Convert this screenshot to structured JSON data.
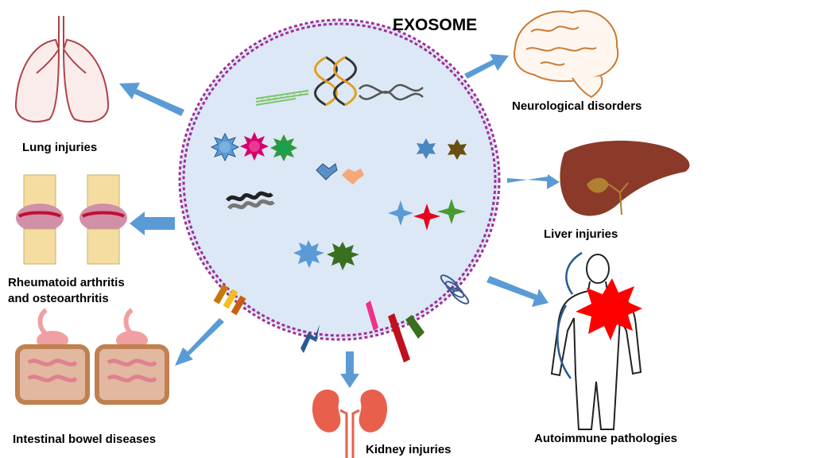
{
  "title": "EXOSOME",
  "labels": {
    "lung": "Lung injuries",
    "neuro": "Neurological disorders",
    "liver": "Liver injuries",
    "arthritis_line1": "Rheumatoid arthritis",
    "arthritis_line2": "and osteoarthritis",
    "intestinal": "Intestinal bowel diseases",
    "kidney": "Kidney injuries",
    "autoimmune": "Autoimmune pathologies"
  },
  "colors": {
    "membrane": "#a0309a",
    "exosome_fill": "#dce8f5",
    "arrow": "#5b9bd5",
    "lung_stroke": "#b04048",
    "brain_stroke": "#c87a36",
    "liver": "#8b3a2a",
    "kidney": "#e8604c",
    "red_burst": "#ff0000"
  }
}
